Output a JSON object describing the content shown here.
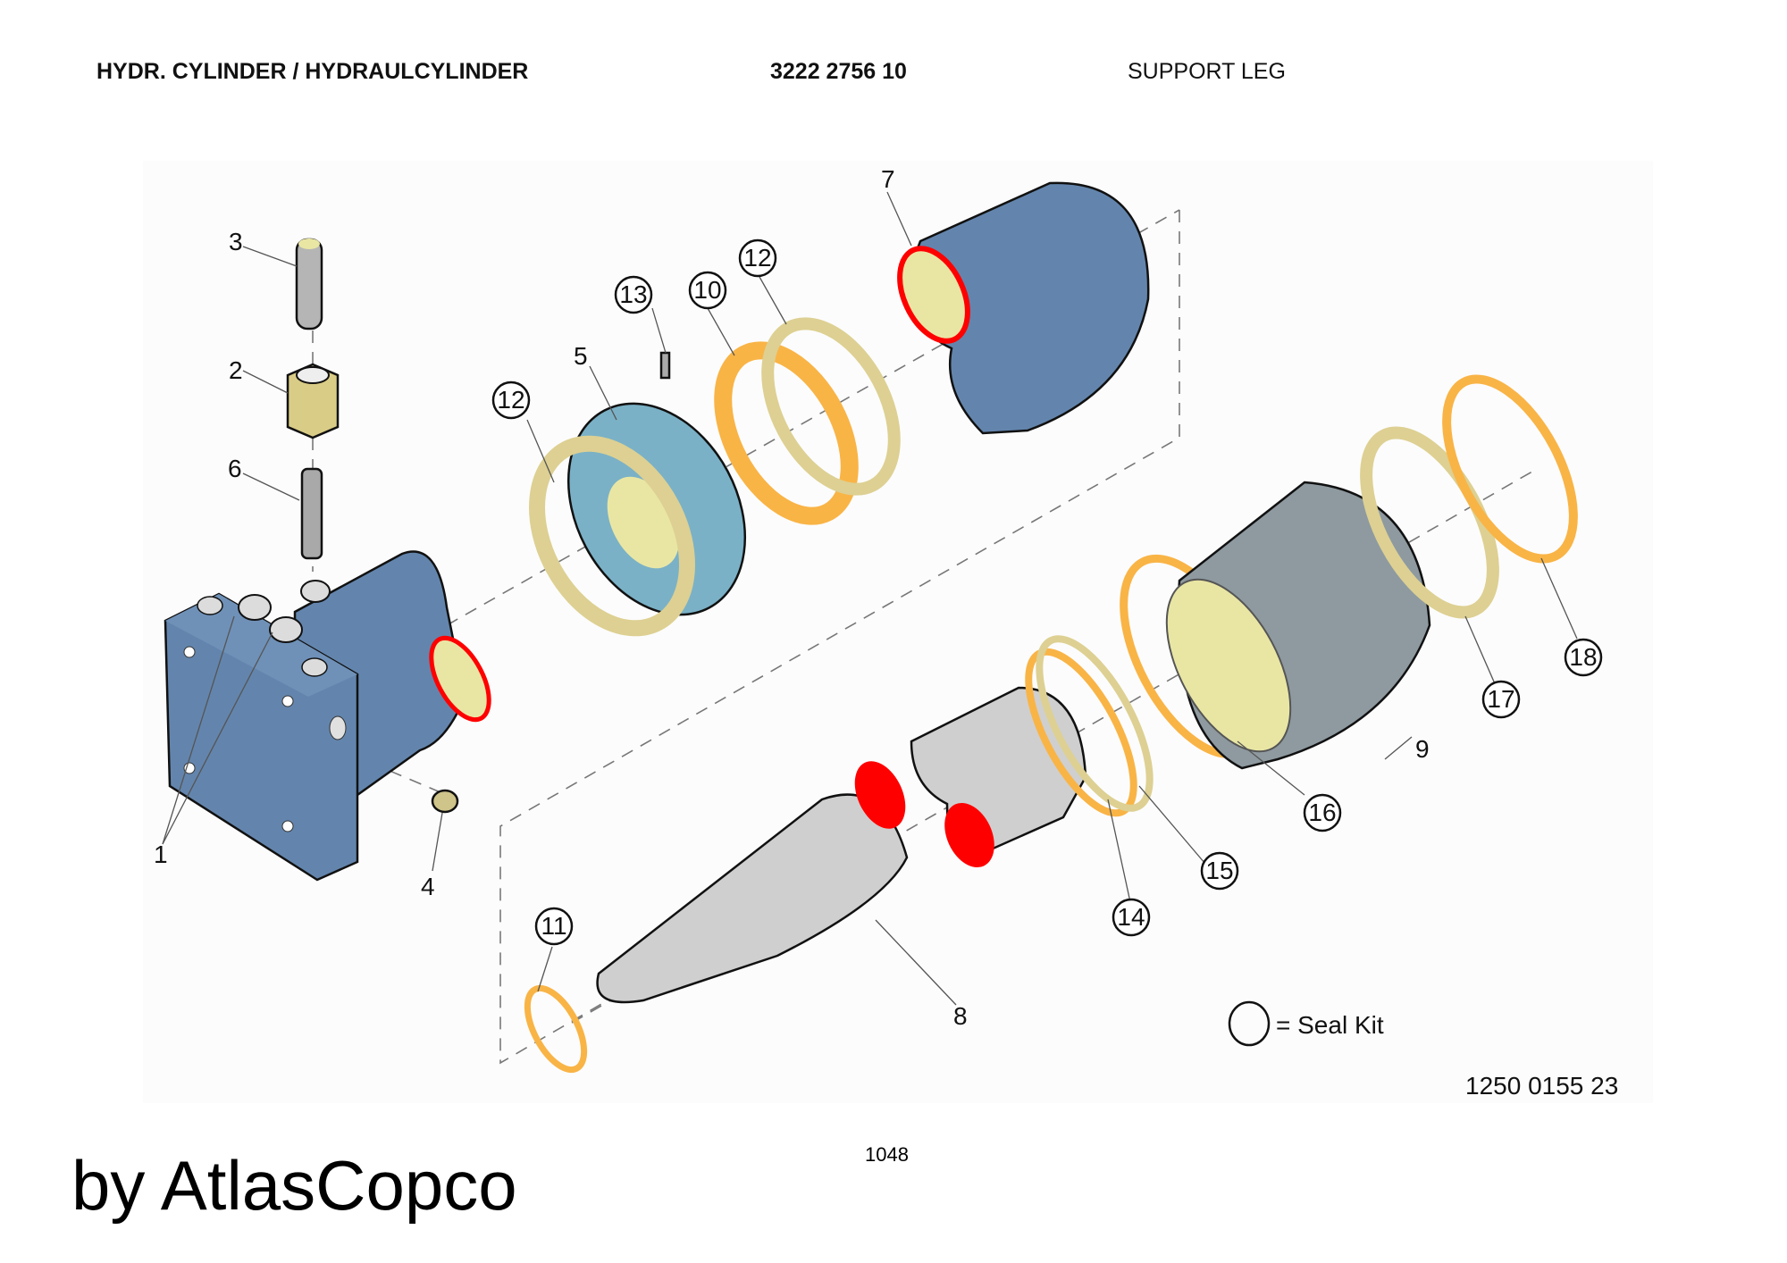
{
  "header": {
    "title": "HYDR. CYLINDER / HYDRAULCYLINDER",
    "part_number": "3222 2756 10",
    "subtitle": "SUPPORT LEG"
  },
  "diagram": {
    "callouts": [
      {
        "id": "1",
        "seal_kit": false
      },
      {
        "id": "2",
        "seal_kit": false
      },
      {
        "id": "3",
        "seal_kit": false
      },
      {
        "id": "4",
        "seal_kit": false
      },
      {
        "id": "5",
        "seal_kit": false
      },
      {
        "id": "6",
        "seal_kit": false
      },
      {
        "id": "7",
        "seal_kit": false
      },
      {
        "id": "8",
        "seal_kit": false
      },
      {
        "id": "9",
        "seal_kit": false
      },
      {
        "id": "10",
        "seal_kit": true
      },
      {
        "id": "11",
        "seal_kit": true
      },
      {
        "id": "12",
        "seal_kit": true
      },
      {
        "id": "13",
        "seal_kit": true
      },
      {
        "id": "14",
        "seal_kit": true
      },
      {
        "id": "15",
        "seal_kit": true
      },
      {
        "id": "16",
        "seal_kit": true
      },
      {
        "id": "17",
        "seal_kit": true
      },
      {
        "id": "18",
        "seal_kit": true
      }
    ],
    "legend": "= Seal Kit",
    "drawing_number": "1250 0155 23",
    "colors": {
      "housing_blue": "#6385ad",
      "piston_blue": "#7ab1c6",
      "seal_orange": "#f9b446",
      "seal_tan": "#ddd092",
      "rod_gray": "#cfcfcf",
      "gland_gray": "#8e9aa0",
      "face_yellow": "#e9e6a4",
      "face_red": "#ff0000"
    }
  },
  "footer": {
    "brand": "by AtlasCopco",
    "page_number": "1048"
  }
}
